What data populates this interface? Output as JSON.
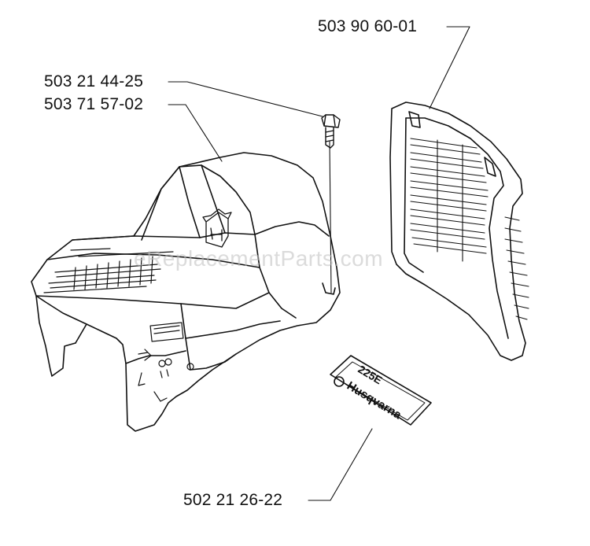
{
  "parts": [
    {
      "number": "503 90 60-01"
    },
    {
      "number": "503 21 44-25"
    },
    {
      "number": "503 71 57-02"
    },
    {
      "number": "502 21 26-22"
    }
  ],
  "decal": {
    "brand": "Husqvarna",
    "model": "225E"
  },
  "watermark": "eReplacementParts.com",
  "colors": {
    "line": "#111111",
    "background": "#ffffff",
    "watermark": "#bebebe"
  }
}
